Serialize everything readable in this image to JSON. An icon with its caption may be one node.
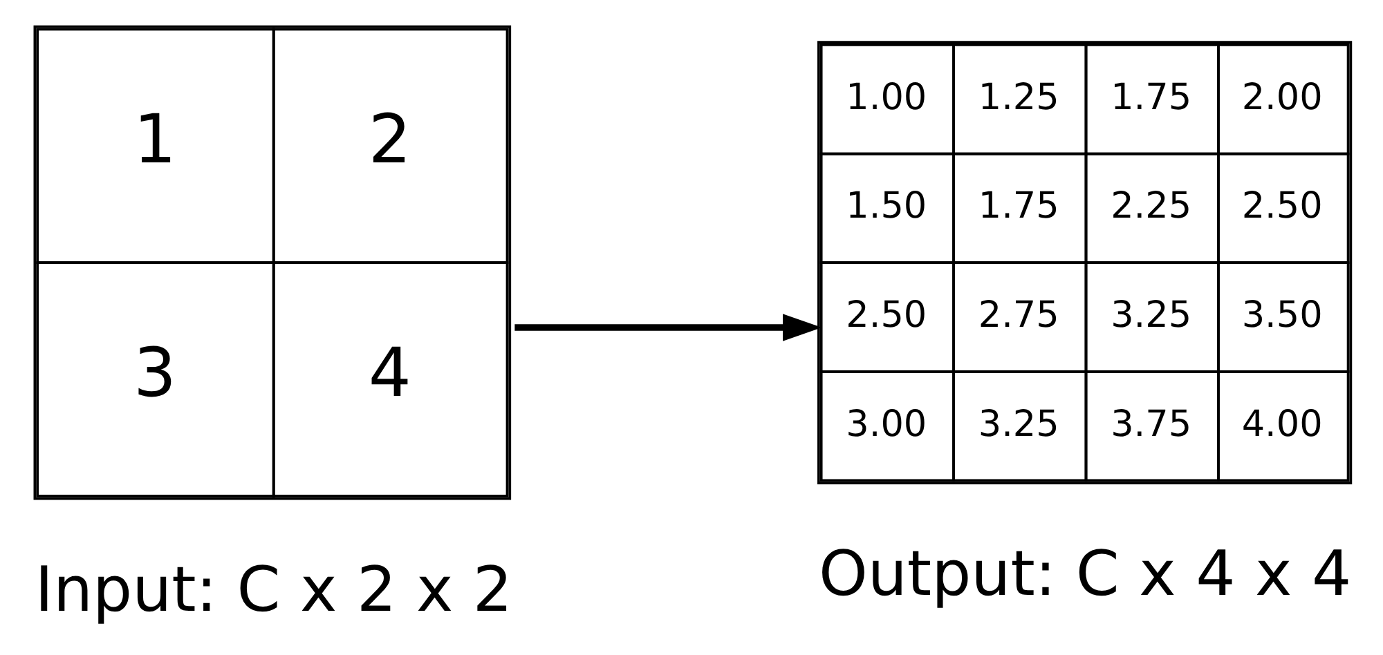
{
  "diagram": {
    "nodes": [
      {
        "text": [
          "1",
          "2",
          "3",
          "4"
        ],
        "beside": [
          "Input: C x 2 x 2"
        ]
      },
      {
        "text": [
          "1.00",
          "1.25",
          "1.75",
          "2.00",
          "1.50",
          "1.75",
          "2.25",
          "2.50",
          "2.50",
          "2.75",
          "3.25",
          "3.50",
          "3.00",
          "3.25",
          "3.75",
          "4.00"
        ],
        "beside": [
          "Output: C x 4 x 4"
        ]
      }
    ],
    "edges": [
      {
        "from": 0,
        "to": 1,
        "arrow": "to"
      }
    ]
  }
}
